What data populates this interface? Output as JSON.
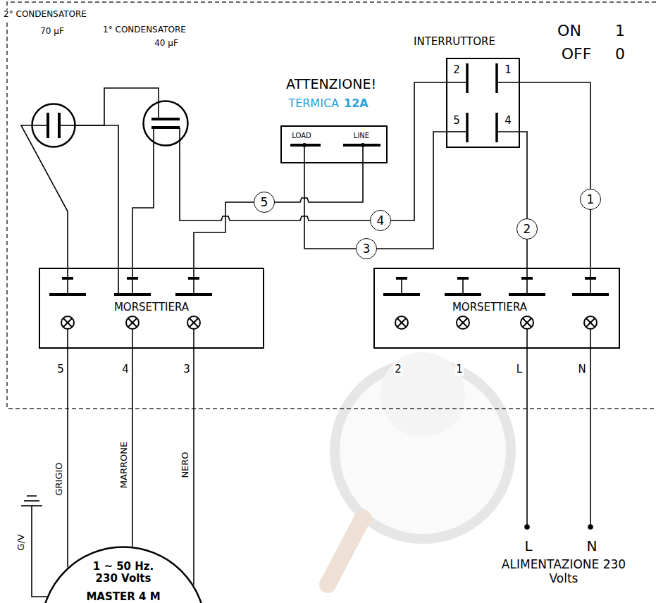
{
  "diagram": {
    "nodes": [
      {
        "text": [
          "2° CONDENSATORE",
          "70 µF"
        ]
      },
      {
        "text": [
          "1° CONDENSATORE",
          "40 µF"
        ]
      },
      {
        "text": [
          "ATTENZIONE!",
          "TERMICA",
          "12A",
          "LOAD",
          "LINE"
        ]
      },
      {
        "text": [
          "INTERRUTTORE",
          "2",
          "1",
          "5",
          "4"
        ]
      },
      {
        "text": [
          "MORSETTIERA"
        ]
      },
      {
        "text": [
          "MORSETTIERA"
        ]
      },
      {
        "text": [
          "1 ~ 50 Hz. 230 Volts",
          "MASTER 4 M"
        ]
      }
    ],
    "edges": [
      {
        "from": 1,
        "to": 0,
        "arrow": "none"
      },
      {
        "from": 0,
        "to": 4,
        "arrow": "none"
      },
      {
        "from": 0,
        "to": 4,
        "arrow": "none"
      },
      {
        "from": 1,
        "to": 4,
        "arrow": "none"
      },
      {
        "from": 3,
        "to": 5,
        "label": "1",
        "arrow": "none"
      },
      {
        "from": 3,
        "to": 5,
        "label": "2",
        "arrow": "none"
      },
      {
        "from": 2,
        "to": 3,
        "label": "3",
        "arrow": "none"
      },
      {
        "from": 3,
        "to": 1,
        "label": "4",
        "arrow": "none"
      },
      {
        "from": 2,
        "to": 4,
        "label": "5",
        "arrow": "none"
      },
      {
        "from": 4,
        "to": 6,
        "label": "GRIGIO",
        "arrow": "none"
      },
      {
        "from": 4,
        "to": 6,
        "label": "MARRONE",
        "arrow": "none"
      },
      {
        "from": 4,
        "to": 6,
        "label": "NERO",
        "arrow": "none"
      }
    ],
    "labels": [
      "ON",
      "1",
      "OFF",
      "0",
      "5",
      "4",
      "3",
      "2",
      "1",
      "L",
      "N",
      "L",
      "N",
      "ALIMENTAZIONE 230 Volts",
      "G/V"
    ]
  }
}
